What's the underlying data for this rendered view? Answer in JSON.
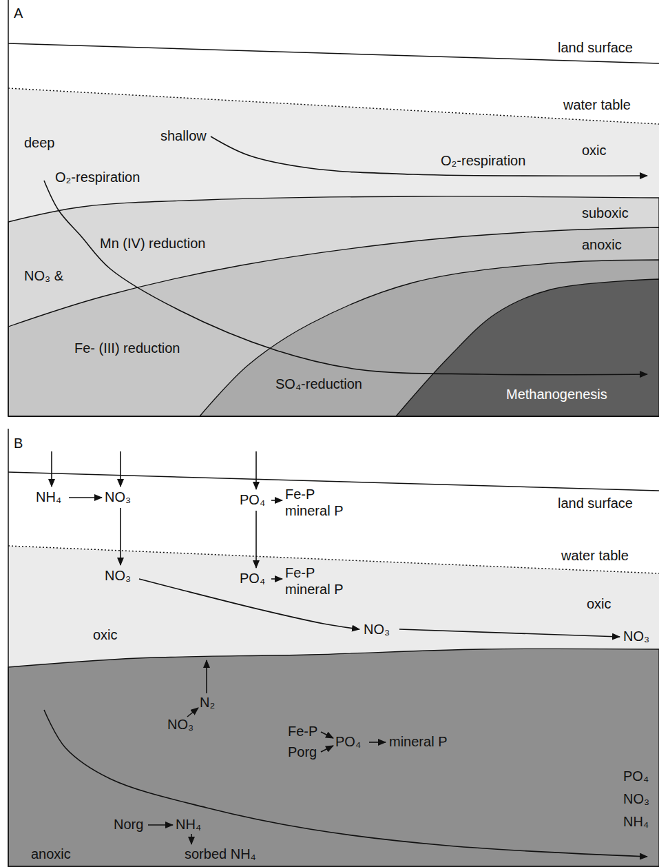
{
  "diagram": {
    "labels": [
      "A",
      "land surface",
      "water table",
      "deep",
      "shallow",
      "oxic",
      "O₂-respiration",
      "O₂-respiration",
      "suboxic",
      "Mn (IV) reduction",
      "anoxic",
      "NO₃ &",
      "Fe- (III) reduction",
      "SO₄-reduction",
      "Methanogenesis",
      "B",
      "NH₄",
      "NO₃",
      "PO₄",
      "Fe-P",
      "mineral P",
      "land surface",
      "NO₃",
      "PO₄",
      "Fe-P",
      "mineral P",
      "water table",
      "oxic",
      "oxic",
      "NO₃",
      "NO₃",
      "N₂",
      "NO₃",
      "Fe-P",
      "Porg",
      "PO₄",
      "mineral P",
      "PO₄",
      "NO₃",
      "NH₄",
      "Norg",
      "NH₄",
      "sorbed NH₄",
      "anoxic"
    ]
  }
}
